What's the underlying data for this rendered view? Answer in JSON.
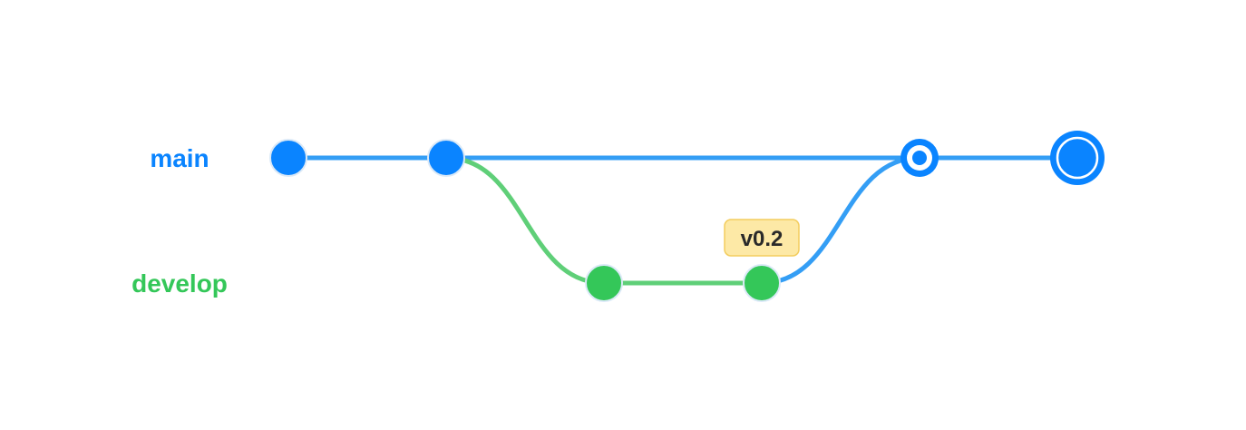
{
  "colors": {
    "main": "#0a84ff",
    "main_line": "#349ef5",
    "develop": "#34c759",
    "develop_line": "#5fcf78",
    "tag_fill": "#fde9a6",
    "tag_stroke": "#f3cd5e",
    "node_outline": "#ffffff"
  },
  "branches": [
    {
      "id": "main",
      "label": "main",
      "color": "#0a84ff"
    },
    {
      "id": "develop",
      "label": "develop",
      "color": "#34c759"
    }
  ],
  "commits": [
    {
      "id": "c1",
      "branch": "main",
      "style": "normal"
    },
    {
      "id": "c2",
      "branch": "main",
      "style": "normal"
    },
    {
      "id": "c3",
      "branch": "develop",
      "style": "normal"
    },
    {
      "id": "c4",
      "branch": "develop",
      "style": "normal",
      "tag": "v0.2"
    },
    {
      "id": "c5",
      "branch": "main",
      "style": "merge"
    },
    {
      "id": "c6",
      "branch": "main",
      "style": "head"
    }
  ],
  "edges": [
    {
      "from": "c1",
      "to": "c2",
      "color": "main"
    },
    {
      "from": "c2",
      "to": "c5",
      "color": "main"
    },
    {
      "from": "c5",
      "to": "c6",
      "color": "main"
    },
    {
      "from": "c2",
      "to": "c3",
      "color": "develop"
    },
    {
      "from": "c3",
      "to": "c4",
      "color": "develop"
    },
    {
      "from": "c4",
      "to": "c5",
      "color": "main"
    }
  ]
}
